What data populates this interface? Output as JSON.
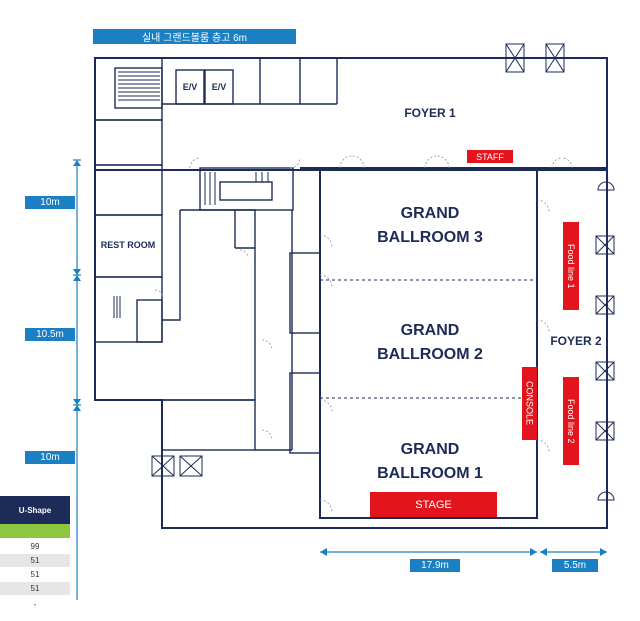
{
  "header": {
    "height_label": "실내 그랜드볼룸 층고 6m"
  },
  "rooms": {
    "foyer1": "FOYER 1",
    "foyer2": "FOYER 2",
    "rest_room": "REST ROOM",
    "gb3_line1": "GRAND",
    "gb3_line2": "BALLROOM 3",
    "gb2_line1": "GRAND",
    "gb2_line2": "BALLROOM 2",
    "gb1_line1": "GRAND",
    "gb1_line2": "BALLROOM 1",
    "elevator1": "E/V",
    "elevator2": "E/V"
  },
  "tags": {
    "staff": "STAFF",
    "stage": "STAGE",
    "console": "CONSOLE",
    "food_line_1": "Food line 1",
    "food_line_2": "Food line 2"
  },
  "dimensions": {
    "top_left": "10m",
    "middle_left": "10.5m",
    "bottom_left": "10m",
    "bottom_width": "17.9m",
    "foyer_width": "5.5m"
  },
  "legend": {
    "header": "U-Shape",
    "values": [
      "99",
      "51",
      "51",
      "51",
      "-"
    ]
  },
  "colors": {
    "wall": "#1c2b57",
    "dimension_blue": "#1b7fc4",
    "tag_red": "#e3141b",
    "legend_navy": "#1c2b57",
    "legend_green": "#8dc63f",
    "legend_gray": "#e6e6e6"
  }
}
